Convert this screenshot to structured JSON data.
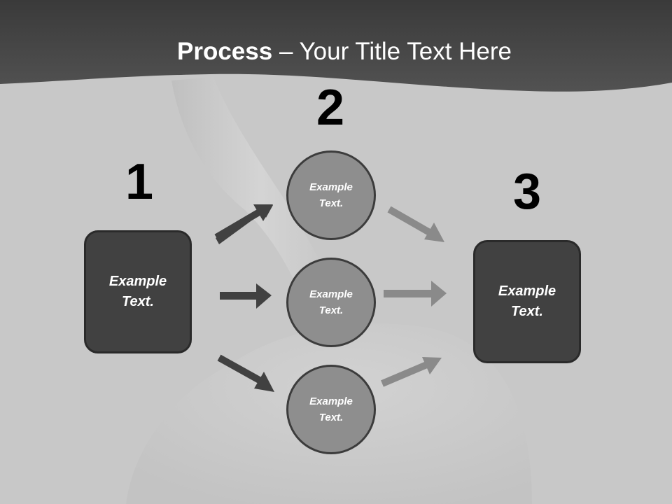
{
  "slide": {
    "title_bold": "Process",
    "title_rest": " – Your Title Text Here"
  },
  "steps": [
    {
      "number": "1",
      "label": "Example Text."
    },
    {
      "number": "2",
      "items": [
        "Example Text.",
        "Example Text.",
        "Example Text."
      ]
    },
    {
      "number": "3",
      "label": "Example Text."
    }
  ],
  "colors": {
    "header": "#444444",
    "background": "#c8c8c8",
    "box_fill": "#414141",
    "circle_fill": "#8e8e8e",
    "arrow_dark": "#414141",
    "arrow_light": "#8a8a8a"
  }
}
